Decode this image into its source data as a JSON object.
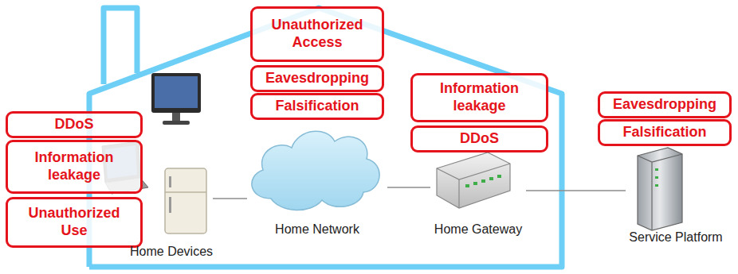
{
  "diagram": {
    "nodes": [
      {
        "text": [
          "DDoS"
        ]
      },
      {
        "text": [
          "Information leakage"
        ]
      },
      {
        "text": [
          "Unauthorized Use"
        ]
      },
      {
        "text": [
          "Home Devices"
        ]
      },
      {
        "text": [
          "Unauthorized Access"
        ]
      },
      {
        "text": [
          "Eavesdropping"
        ]
      },
      {
        "text": [
          "Falsification"
        ]
      },
      {
        "text": [
          "Home Network"
        ]
      },
      {
        "text": [
          "Information leakage"
        ]
      },
      {
        "text": [
          "DDoS"
        ]
      },
      {
        "text": [
          "Home Gateway"
        ]
      },
      {
        "text": [
          "Eavesdropping"
        ]
      },
      {
        "text": [
          "Falsification"
        ]
      },
      {
        "text": [
          "Service Platform"
        ]
      }
    ],
    "edges": [
      {
        "from": 3,
        "to": 7,
        "arrow": "none"
      },
      {
        "from": 7,
        "to": 10,
        "arrow": "none"
      },
      {
        "from": 10,
        "to": 13,
        "arrow": "none"
      }
    ]
  }
}
